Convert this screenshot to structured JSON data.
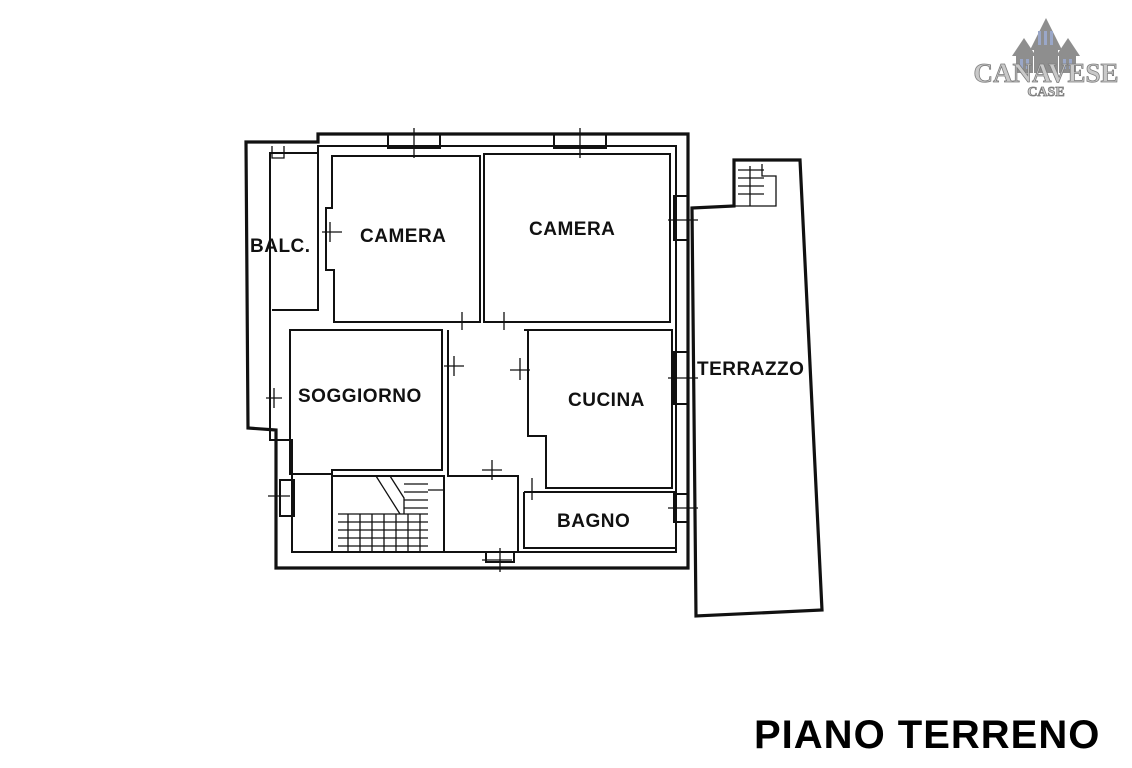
{
  "logo": {
    "brand": "CANAVESE",
    "sub": "CASE",
    "colors": {
      "fill": "#c9c9c9",
      "stroke": "#7d7d7d",
      "house": "#8e8e8e",
      "window": "#9aa7c8"
    }
  },
  "rooms": {
    "balcony": "BALC.",
    "bedroom_left": "CAMERA",
    "bedroom_right": "CAMERA",
    "living": "SOGGIORNO",
    "kitchen": "CUCINA",
    "bathroom": "BAGNO",
    "terrace": "TERRAZZO"
  },
  "floor": {
    "title": "PIANO TERRENO"
  }
}
